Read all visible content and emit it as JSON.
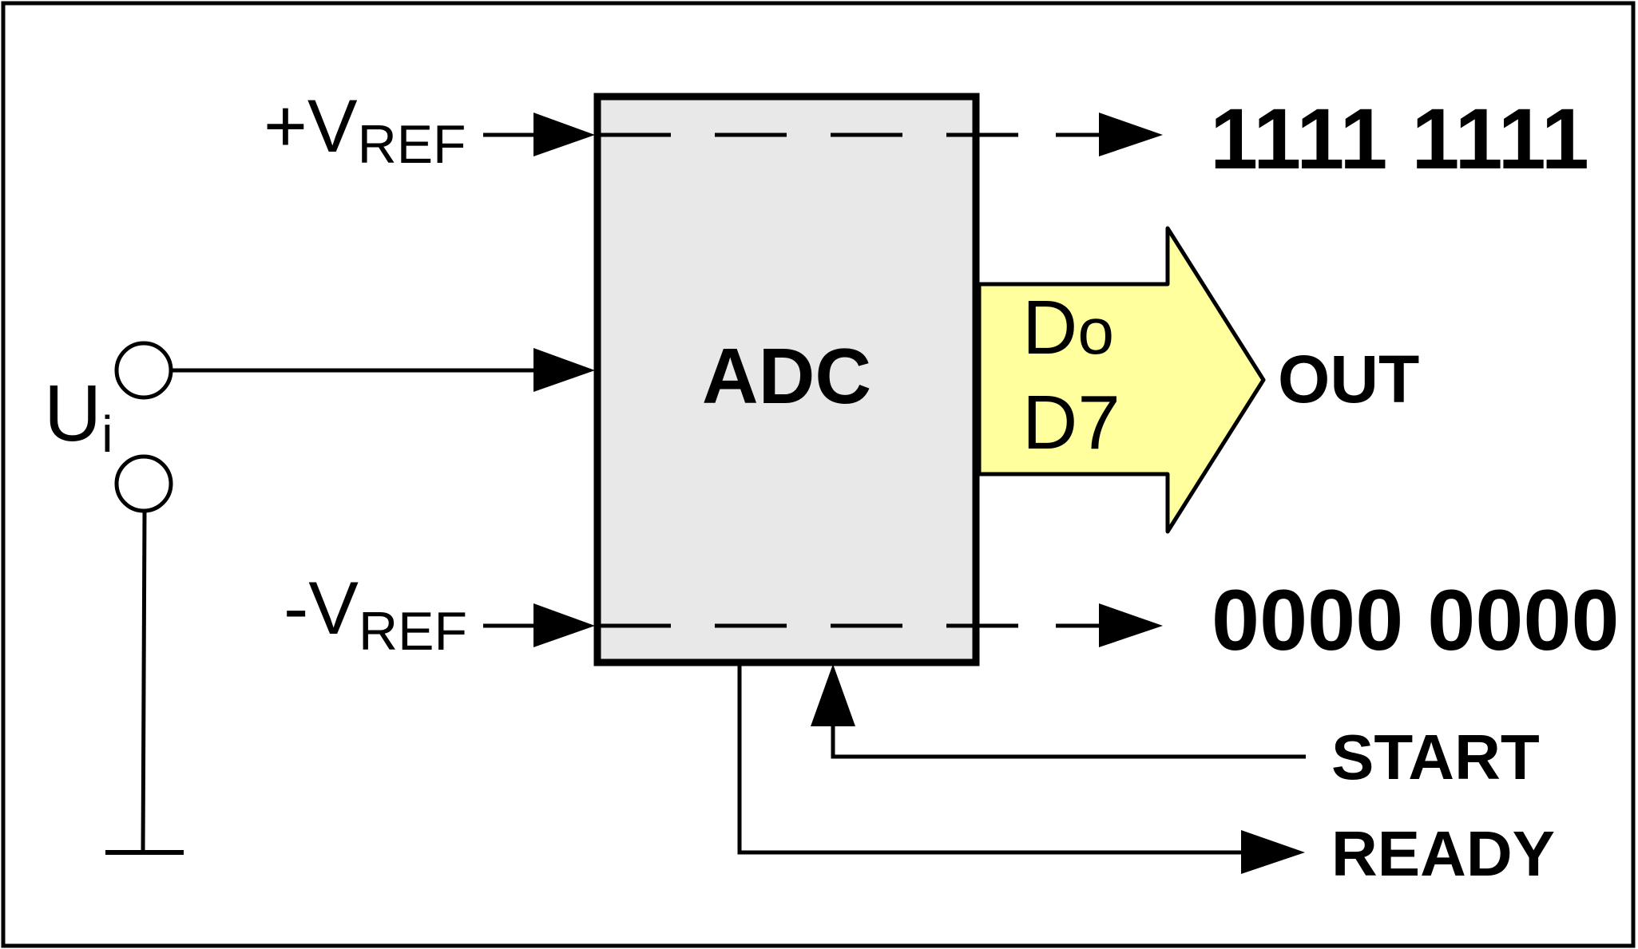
{
  "labels": {
    "vref_plus_prefix": "+V",
    "vref_minus_prefix": "-V",
    "vref_sub": "REF",
    "ui_main": "U",
    "ui_sub": "i",
    "adc": "ADC",
    "d0_main": "D",
    "d0_sub": "o",
    "d7": "D7",
    "out": "OUT",
    "max_code": "1111 1111",
    "min_code": "0000 0000",
    "start": "START",
    "ready": "READY"
  },
  "colors": {
    "adc_block_fill": "#e8e8e8",
    "bus_arrow_fill": "#ffff9e",
    "line": "#000000"
  }
}
